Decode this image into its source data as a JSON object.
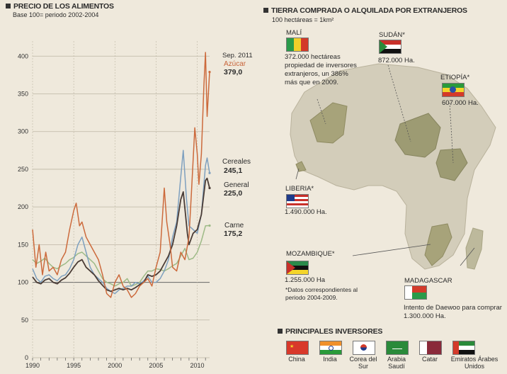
{
  "left": {
    "title": "PRECIO DE LOS ALIMENTOS",
    "subtitle": "Base 100= periodo 2002-2004"
  },
  "right": {
    "title": "TIERRA COMPRADA O ALQUILADA POR EXTRANJEROS",
    "scale_note": "100 hectáreas = 1km²",
    "countries": [
      {
        "name": "MALÍ",
        "text": "372.000 hectáreas propiedad de inversores extranjeros, un 386% más que en 2009."
      },
      {
        "name": "SUDÁN*",
        "text": "872.000 Ha."
      },
      {
        "name": "ETIOPÍA*",
        "text": "607.000 Ha."
      },
      {
        "name": "LIBERIA*",
        "text": "1.490.000 Ha."
      },
      {
        "name": "MOZAMBIQUE*",
        "text": "1.255.000 Ha"
      },
      {
        "name": "MADAGASCAR",
        "text": "Intento de Daewoo para comprar 1.300.000 Ha."
      }
    ],
    "footnote": "*Datos correspondientes al periodo 2004-2009."
  },
  "investors": {
    "title": "PRINCIPALES INVERSORES",
    "items": [
      "China",
      "India",
      "Corea del Sur",
      "Arabia Saudí",
      "Catar",
      "Emiratos Árabes Unidos"
    ]
  },
  "chart_data": {
    "type": "line",
    "title": "PRECIO DE LOS ALIMENTOS",
    "subtitle": "Base 100= periodo 2002-2004",
    "ylim": [
      0,
      420
    ],
    "xlim": [
      1990,
      2011.5
    ],
    "yticks": [
      0,
      50,
      100,
      150,
      200,
      250,
      300,
      350,
      400
    ],
    "xticks": [
      1990,
      1995,
      2000,
      2005,
      2010
    ],
    "grid": true,
    "end_label_header": "Sep. 2011",
    "series": [
      {
        "name": "Azúcar",
        "end_value": "379,0",
        "color": "#cc6a3c",
        "points": [
          [
            1990,
            170
          ],
          [
            1990.4,
            120
          ],
          [
            1990.8,
            150
          ],
          [
            1991.2,
            110
          ],
          [
            1991.6,
            140
          ],
          [
            1992,
            115
          ],
          [
            1992.5,
            120
          ],
          [
            1993,
            110
          ],
          [
            1993.5,
            130
          ],
          [
            1994,
            140
          ],
          [
            1994.5,
            170
          ],
          [
            1995,
            195
          ],
          [
            1995.3,
            205
          ],
          [
            1995.7,
            175
          ],
          [
            1996,
            180
          ],
          [
            1996.5,
            160
          ],
          [
            1997,
            150
          ],
          [
            1997.5,
            140
          ],
          [
            1998,
            130
          ],
          [
            1998.5,
            110
          ],
          [
            1999,
            85
          ],
          [
            1999.5,
            80
          ],
          [
            2000,
            100
          ],
          [
            2000.5,
            110
          ],
          [
            2001,
            95
          ],
          [
            2001.5,
            90
          ],
          [
            2002,
            80
          ],
          [
            2002.5,
            85
          ],
          [
            2003,
            95
          ],
          [
            2003.5,
            100
          ],
          [
            2004,
            105
          ],
          [
            2004.5,
            95
          ],
          [
            2005,
            120
          ],
          [
            2005.5,
            140
          ],
          [
            2006,
            225
          ],
          [
            2006.3,
            180
          ],
          [
            2006.7,
            150
          ],
          [
            2007,
            120
          ],
          [
            2007.5,
            115
          ],
          [
            2008,
            140
          ],
          [
            2008.5,
            130
          ],
          [
            2009,
            160
          ],
          [
            2009.3,
            220
          ],
          [
            2009.7,
            305
          ],
          [
            2010,
            270
          ],
          [
            2010.2,
            230
          ],
          [
            2010.5,
            270
          ],
          [
            2010.8,
            360
          ],
          [
            2011,
            405
          ],
          [
            2011.2,
            320
          ],
          [
            2011.5,
            379
          ]
        ]
      },
      {
        "name": "Cereales",
        "end_value": "245,1",
        "color": "#7ea0bf",
        "points": [
          [
            1990,
            118
          ],
          [
            1990.5,
            105
          ],
          [
            1991,
            100
          ],
          [
            1991.5,
            108
          ],
          [
            1992,
            110
          ],
          [
            1992.5,
            105
          ],
          [
            1993,
            102
          ],
          [
            1993.5,
            108
          ],
          [
            1994,
            110
          ],
          [
            1994.5,
            118
          ],
          [
            1995,
            130
          ],
          [
            1995.5,
            150
          ],
          [
            1996,
            160
          ],
          [
            1996.5,
            140
          ],
          [
            1997,
            120
          ],
          [
            1997.5,
            110
          ],
          [
            1998,
            105
          ],
          [
            1998.5,
            100
          ],
          [
            1999,
            92
          ],
          [
            1999.5,
            88
          ],
          [
            2000,
            85
          ],
          [
            2000.5,
            90
          ],
          [
            2001,
            92
          ],
          [
            2001.5,
            95
          ],
          [
            2002,
            95
          ],
          [
            2002.5,
            100
          ],
          [
            2003,
            98
          ],
          [
            2003.5,
            102
          ],
          [
            2004,
            108
          ],
          [
            2004.5,
            100
          ],
          [
            2005,
            100
          ],
          [
            2005.5,
            105
          ],
          [
            2006,
            115
          ],
          [
            2006.5,
            130
          ],
          [
            2007,
            160
          ],
          [
            2007.5,
            180
          ],
          [
            2008,
            240
          ],
          [
            2008.3,
            275
          ],
          [
            2008.7,
            210
          ],
          [
            2009,
            175
          ],
          [
            2009.5,
            170
          ],
          [
            2010,
            165
          ],
          [
            2010.5,
            190
          ],
          [
            2011,
            255
          ],
          [
            2011.2,
            265
          ],
          [
            2011.5,
            245
          ]
        ]
      },
      {
        "name": "General",
        "end_value": "225,0",
        "color": "#4a3c36",
        "points": [
          [
            1990,
            107
          ],
          [
            1990.5,
            100
          ],
          [
            1991,
            98
          ],
          [
            1991.5,
            103
          ],
          [
            1992,
            105
          ],
          [
            1992.5,
            100
          ],
          [
            1993,
            98
          ],
          [
            1993.5,
            103
          ],
          [
            1994,
            106
          ],
          [
            1994.5,
            112
          ],
          [
            1995,
            120
          ],
          [
            1995.5,
            127
          ],
          [
            1996,
            130
          ],
          [
            1996.5,
            120
          ],
          [
            1997,
            115
          ],
          [
            1997.5,
            110
          ],
          [
            1998,
            102
          ],
          [
            1998.5,
            96
          ],
          [
            1999,
            90
          ],
          [
            1999.5,
            88
          ],
          [
            2000,
            90
          ],
          [
            2000.5,
            92
          ],
          [
            2001,
            90
          ],
          [
            2001.5,
            92
          ],
          [
            2002,
            90
          ],
          [
            2002.5,
            93
          ],
          [
            2003,
            97
          ],
          [
            2003.5,
            100
          ],
          [
            2004,
            110
          ],
          [
            2004.5,
            108
          ],
          [
            2005,
            110
          ],
          [
            2005.5,
            115
          ],
          [
            2006,
            125
          ],
          [
            2006.5,
            135
          ],
          [
            2007,
            150
          ],
          [
            2007.5,
            175
          ],
          [
            2008,
            210
          ],
          [
            2008.3,
            220
          ],
          [
            2008.8,
            165
          ],
          [
            2009,
            150
          ],
          [
            2009.5,
            165
          ],
          [
            2010,
            170
          ],
          [
            2010.5,
            190
          ],
          [
            2011,
            235
          ],
          [
            2011.2,
            238
          ],
          [
            2011.5,
            225
          ]
        ]
      },
      {
        "name": "Carne",
        "end_value": "175,2",
        "color": "#9dba86",
        "points": [
          [
            1990,
            130
          ],
          [
            1990.5,
            125
          ],
          [
            1991,
            128
          ],
          [
            1991.5,
            132
          ],
          [
            1992,
            125
          ],
          [
            1992.5,
            120
          ],
          [
            1993,
            118
          ],
          [
            1993.5,
            122
          ],
          [
            1994,
            125
          ],
          [
            1994.5,
            130
          ],
          [
            1995,
            133
          ],
          [
            1995.5,
            138
          ],
          [
            1996,
            140
          ],
          [
            1996.5,
            135
          ],
          [
            1997,
            130
          ],
          [
            1997.5,
            125
          ],
          [
            1998,
            115
          ],
          [
            1998.5,
            105
          ],
          [
            1999,
            100
          ],
          [
            1999.5,
            98
          ],
          [
            2000,
            95
          ],
          [
            2000.5,
            98
          ],
          [
            2001,
            100
          ],
          [
            2001.5,
            105
          ],
          [
            2002,
            95
          ],
          [
            2002.5,
            97
          ],
          [
            2003,
            100
          ],
          [
            2003.5,
            108
          ],
          [
            2004,
            115
          ],
          [
            2004.5,
            115
          ],
          [
            2005,
            118
          ],
          [
            2005.5,
            117
          ],
          [
            2006,
            115
          ],
          [
            2006.5,
            118
          ],
          [
            2007,
            122
          ],
          [
            2007.5,
            125
          ],
          [
            2008,
            135
          ],
          [
            2008.5,
            145
          ],
          [
            2009,
            130
          ],
          [
            2009.5,
            132
          ],
          [
            2010,
            140
          ],
          [
            2010.5,
            155
          ],
          [
            2011,
            175
          ],
          [
            2011.5,
            175.2
          ]
        ]
      }
    ]
  },
  "colors": {
    "azucar": "#cc6a3c",
    "cereales": "#7ea0bf",
    "general": "#4a3c36",
    "carne": "#9dba86",
    "land": "#cfc9b6",
    "target": "#9c9a73"
  }
}
